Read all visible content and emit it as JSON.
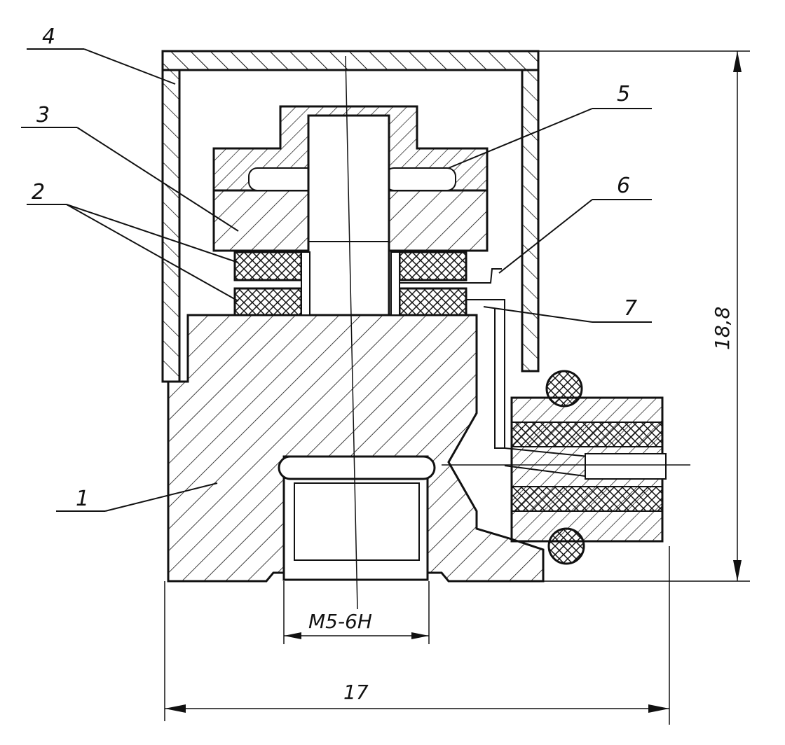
{
  "drawing": {
    "callouts": [
      "1",
      "2",
      "3",
      "4",
      "5",
      "6",
      "7"
    ],
    "dimensions": {
      "thread": "М5-6Н",
      "width": "17",
      "height": "18,8"
    }
  }
}
